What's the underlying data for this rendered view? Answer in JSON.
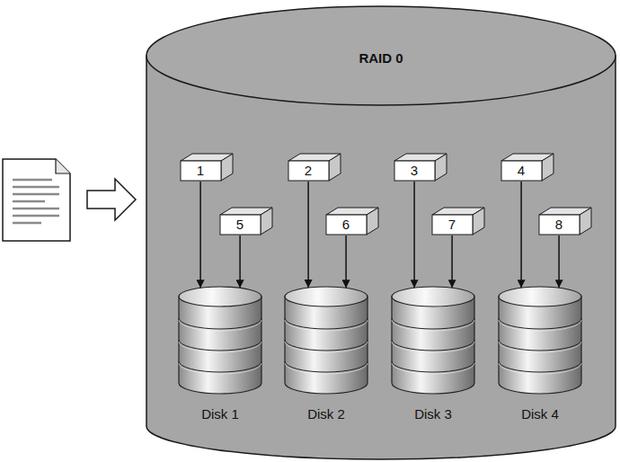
{
  "diagram": {
    "nodes": [
      {
        "text": [
          "RAID 0"
        ]
      },
      {
        "text": [
          "1"
        ],
        "in": 0
      },
      {
        "text": [
          "2"
        ],
        "in": 0
      },
      {
        "text": [
          "3"
        ],
        "in": 0
      },
      {
        "text": [
          "4"
        ],
        "in": 0
      },
      {
        "text": [
          "5"
        ],
        "in": 0
      },
      {
        "text": [
          "6"
        ],
        "in": 0
      },
      {
        "text": [
          "7"
        ],
        "in": 0
      },
      {
        "text": [
          "8"
        ],
        "in": 0
      },
      {
        "text": [
          "Disk 1"
        ],
        "in": 0
      },
      {
        "text": [
          "Disk 2"
        ],
        "in": 0
      },
      {
        "text": [
          "Disk 3"
        ],
        "in": 0
      },
      {
        "text": [
          "Disk 4"
        ],
        "in": 0
      }
    ],
    "edges": [
      {
        "from": 1,
        "to": 9,
        "arrow": "to"
      },
      {
        "from": 5,
        "to": 9,
        "arrow": "to"
      },
      {
        "from": 2,
        "to": 10,
        "arrow": "to"
      },
      {
        "from": 6,
        "to": 10,
        "arrow": "to"
      },
      {
        "from": 3,
        "to": 11,
        "arrow": "to"
      },
      {
        "from": 7,
        "to": 11,
        "arrow": "to"
      },
      {
        "from": 4,
        "to": 12,
        "arrow": "to"
      },
      {
        "from": 8,
        "to": 12,
        "arrow": "to"
      }
    ]
  }
}
